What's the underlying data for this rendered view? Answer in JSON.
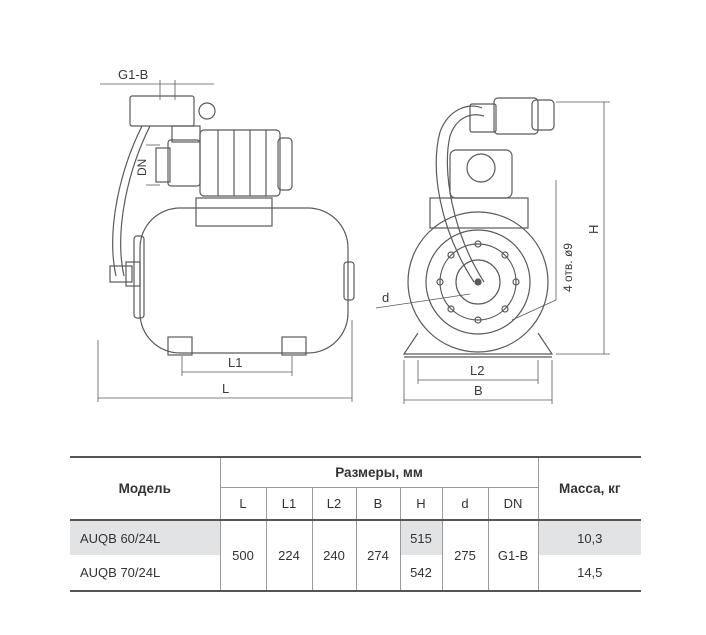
{
  "drawing": {
    "labels": {
      "g1b": "G1-B",
      "dn": "DN",
      "l1": "L1",
      "l": "L",
      "d": "d",
      "holes": "4 отв. ø9",
      "h": "H",
      "l2": "L2",
      "b": "B"
    }
  },
  "table": {
    "header": {
      "model": "Модель",
      "dimensions": "Размеры, мм",
      "mass": "Масса, кг",
      "columns": [
        "L",
        "L1",
        "L2",
        "B",
        "H",
        "d",
        "DN"
      ]
    },
    "rows": [
      {
        "model": "AUQB 60/24L",
        "H": "515",
        "mass": "10,3"
      },
      {
        "model": "AUQB 70/24L",
        "H": "542",
        "mass": "14,5"
      }
    ],
    "shared": {
      "L": "500",
      "L1": "224",
      "L2": "240",
      "B": "274",
      "d": "275",
      "DN": "G1-B"
    }
  },
  "colors": {
    "line": "#5a5a5a",
    "border": "#555555",
    "row_shade": "#e2e3e4"
  }
}
